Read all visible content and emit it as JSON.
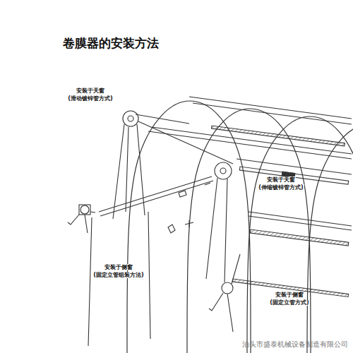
{
  "diagram": {
    "title": "卷膜器的安装方法",
    "labels": [
      "安装于天窗",
      "(滑动镀锌管方式)",
      "安装于天窗",
      "(伸缩镀锌管方式)",
      "安装于侧窗",
      "(固定立管组装方法)",
      "安装于侧窗",
      "(固定立管方式)",
      "泊头市盛泰机械设备制造有限公司"
    ]
  }
}
